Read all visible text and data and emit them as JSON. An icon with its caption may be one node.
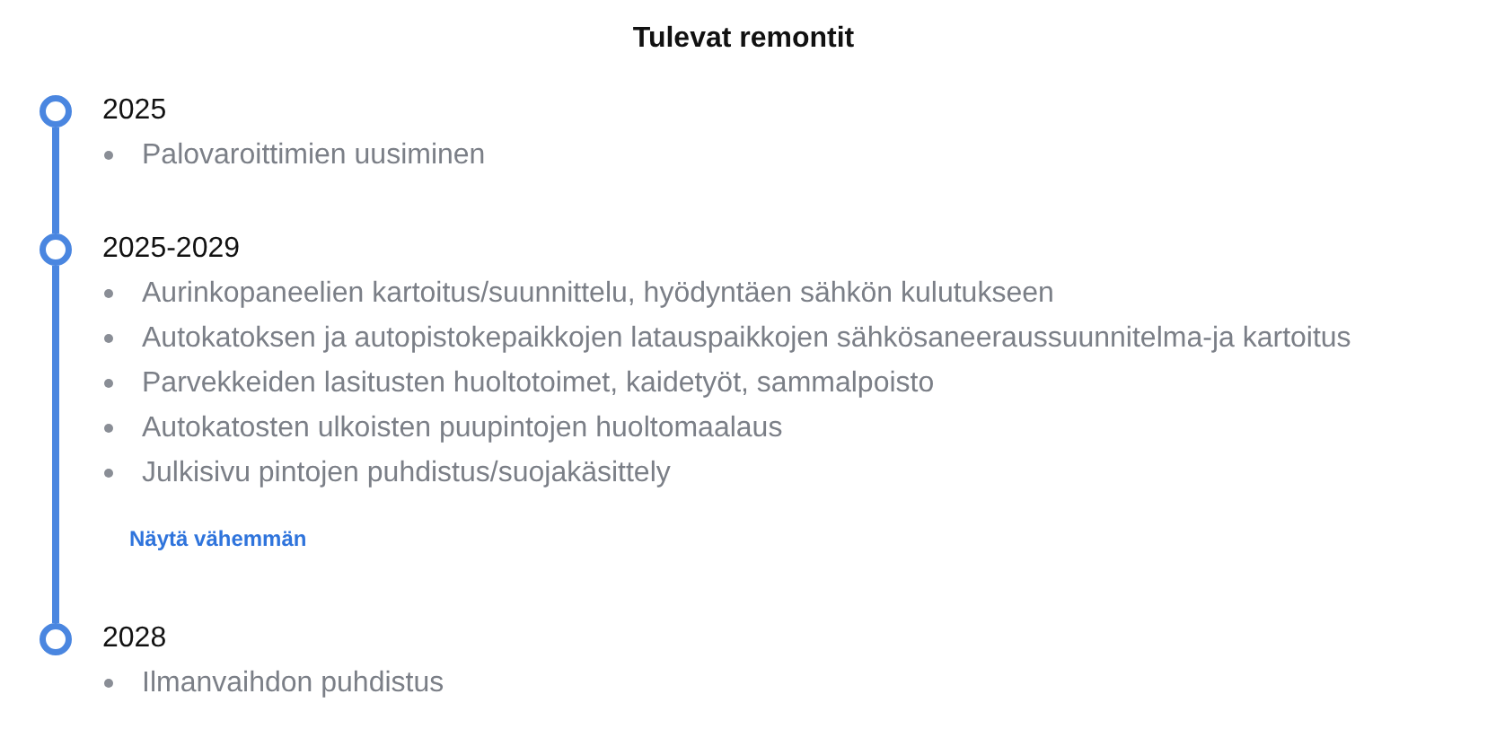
{
  "diagram": {
    "title": "Tulevat remontit",
    "nodes": [
      {
        "text": [
          "2025"
        ],
        "beside": [
          "Palovaroittimien uusiminen"
        ]
      },
      {
        "text": [
          "2025-2029"
        ],
        "beside": [
          "Aurinkopaneelien kartoitus/suunnittelu, hyödyntäen sähkön kulutukseen",
          "Autokatoksen ja autopistokepaikkojen latauspaikkojen sähkösaneeraussuunnitelma-ja kartoitus",
          "Parvekkeiden lasitusten huoltotoimet, kaidetyöt, sammalpoisto",
          "Autokatosten ulkoisten puupintojen huoltomaalaus",
          "Julkisivu pintojen puhdistus/suojakäsittely"
        ]
      },
      {
        "text": [
          "2028"
        ],
        "beside": [
          "Ilmanvaihdon puhdistus"
        ]
      }
    ],
    "edges": [
      {
        "from": 0,
        "to": 1,
        "arrow": "none"
      },
      {
        "from": 1,
        "to": 2,
        "arrow": "none"
      }
    ],
    "labels": [
      "Näytä vähemmän"
    ]
  }
}
